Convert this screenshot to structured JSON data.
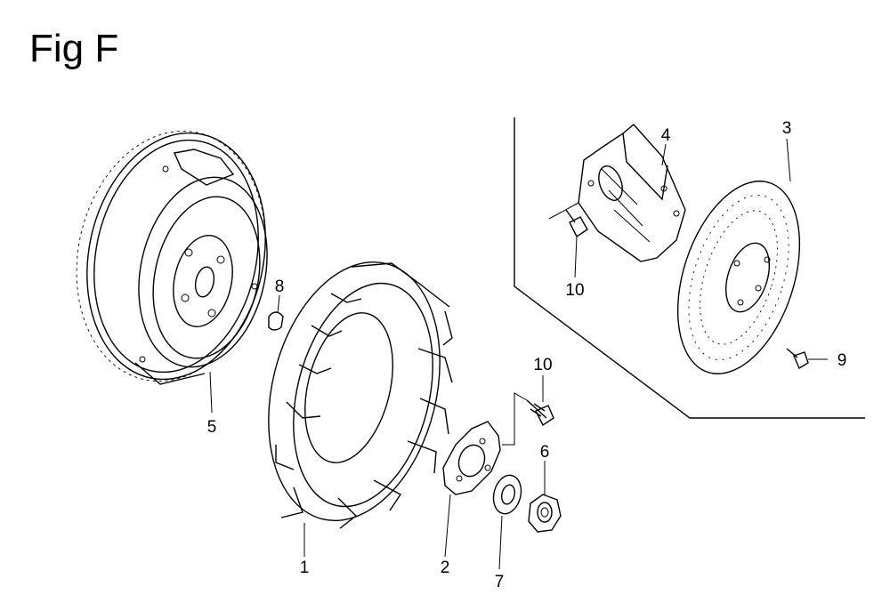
{
  "figure": {
    "title": "Fig F"
  },
  "callouts": {
    "p1": "1",
    "p2": "2",
    "p3": "3",
    "p4": "4",
    "p5": "5",
    "p6": "6",
    "p7": "7",
    "p8": "8",
    "p9": "9",
    "p10a": "10",
    "p10b": "10"
  },
  "parts": [
    {
      "id": "flywheel",
      "icon": "flywheel-icon"
    },
    {
      "id": "cooling-fan",
      "icon": "cooling-fan-icon"
    },
    {
      "id": "fan-plate",
      "icon": "plate-icon"
    },
    {
      "id": "washer",
      "icon": "washer-icon"
    },
    {
      "id": "flange-nut",
      "icon": "nut-icon"
    },
    {
      "id": "woodruff-key",
      "icon": "key-icon"
    },
    {
      "id": "starter-pulley",
      "icon": "pulley-icon"
    },
    {
      "id": "fan-cover-disc",
      "icon": "disc-icon"
    },
    {
      "id": "bolt",
      "icon": "bolt-icon"
    }
  ],
  "colors": {
    "ink": "#000000",
    "background": "#ffffff"
  }
}
